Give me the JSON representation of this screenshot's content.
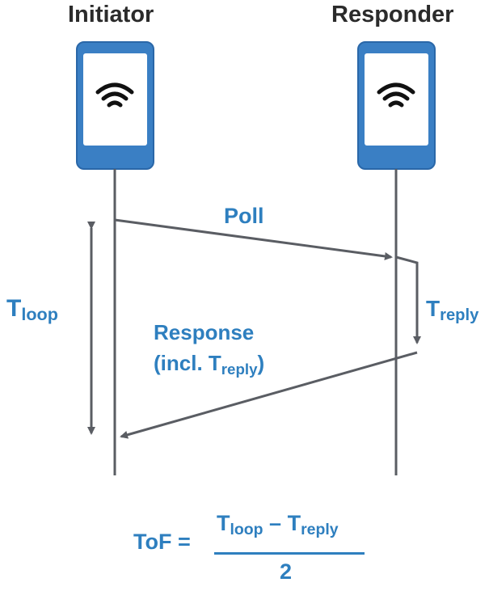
{
  "participants": {
    "initiator": "Initiator",
    "responder": "Responder"
  },
  "messages": {
    "poll": "Poll",
    "response_line1": "Response",
    "response_line2_prefix": "(incl. T",
    "response_line2_sub": "reply",
    "response_line2_suffix": ")"
  },
  "intervals": {
    "loop_T": "T",
    "loop_sub": "loop",
    "reply_T": "T",
    "reply_sub": "reply"
  },
  "formula": {
    "lhs": "ToF =",
    "num_T1": "T",
    "num_sub1": "loop",
    "minus": "–",
    "num_T2": "T",
    "num_sub2": "reply",
    "denominator": "2"
  },
  "colors": {
    "accent_blue": "#2e7fbf",
    "line_gray": "#5a5d63",
    "device_blue": "#3a7fc4",
    "device_border": "#2a67a8"
  },
  "icons": {
    "device": "smartphone-icon",
    "signal": "wifi-icon"
  }
}
